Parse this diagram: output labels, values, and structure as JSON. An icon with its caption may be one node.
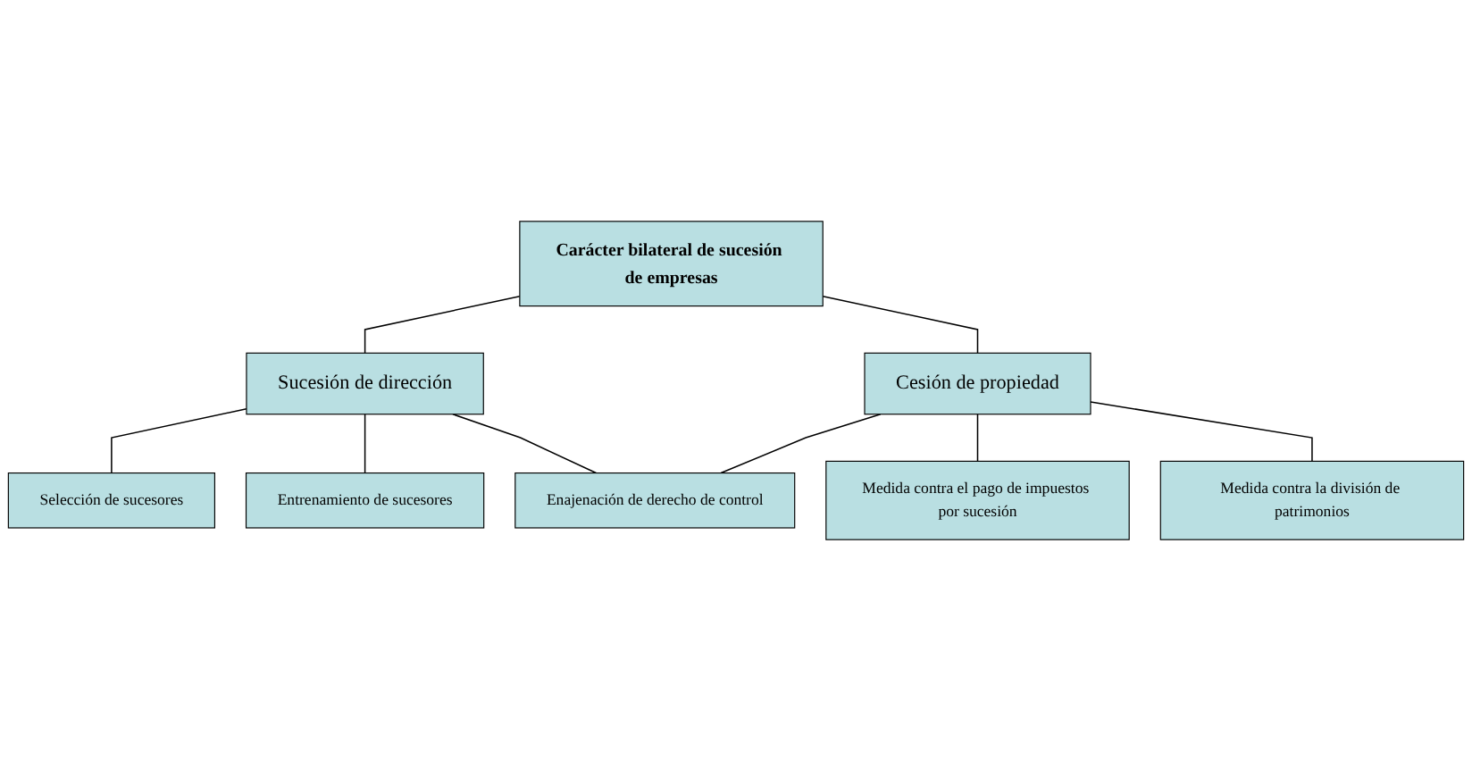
{
  "diagram": {
    "nodes": [
      {
        "text": [
          "Carácter bilateral de sucesión de empresas"
        ]
      },
      {
        "text": [
          "Sucesión de dirección"
        ]
      },
      {
        "text": [
          "Cesión de propiedad"
        ]
      },
      {
        "text": [
          "Selección de sucesores"
        ]
      },
      {
        "text": [
          "Enajenación de derecho de control"
        ]
      },
      {
        "text": [
          "Medida contra la división de patrimonios"
        ]
      },
      {
        "text": [
          "Entrenamiento de sucesores"
        ]
      },
      {
        "text": [
          "Medida contra el pago de impuestos por sucesión"
        ]
      }
    ],
    "edges": [
      {
        "from": 0,
        "to": 1,
        "arrow": "none"
      },
      {
        "from": 0,
        "to": 2,
        "arrow": "none"
      },
      {
        "from": 1,
        "to": 3,
        "arrow": "none"
      },
      {
        "from": 1,
        "to": 6,
        "arrow": "none"
      },
      {
        "from": 1,
        "to": 4,
        "arrow": "none"
      },
      {
        "from": 2,
        "to": 4,
        "arrow": "none"
      },
      {
        "from": 2,
        "to": 7,
        "arrow": "none"
      },
      {
        "from": 2,
        "to": 5,
        "arrow": "none"
      }
    ]
  }
}
